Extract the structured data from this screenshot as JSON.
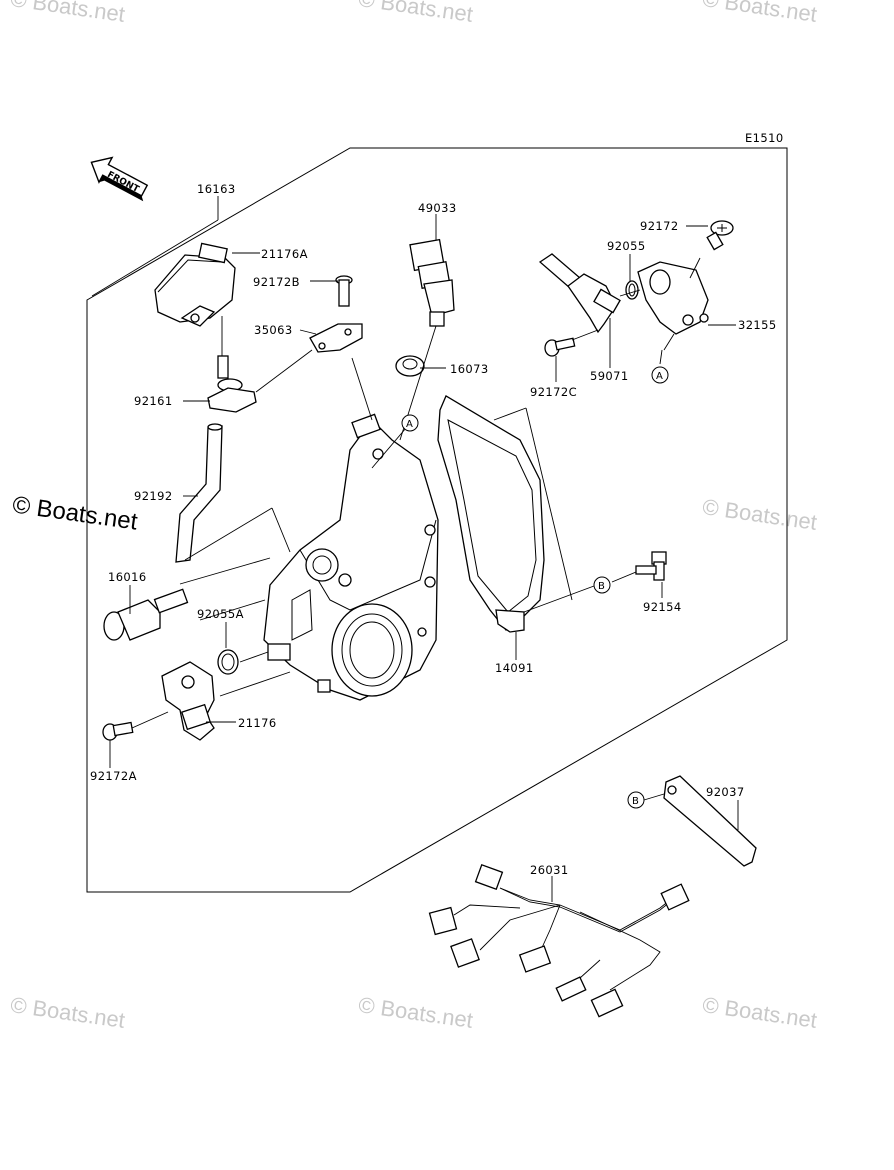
{
  "diagram": {
    "code": "E1510",
    "front_label": "FRONT",
    "watermarks": [
      {
        "text": "© Boats.net"
      },
      {
        "text": "© Boats.net"
      },
      {
        "text": "© Boats.net"
      },
      {
        "text": "© Boats.net"
      },
      {
        "text": "© Boats.net"
      },
      {
        "text": "© Boats.net"
      },
      {
        "text": "© Boats.net"
      }
    ],
    "watermark_dark": "© Boats.net",
    "labels": {
      "p16163": "16163",
      "p21176A": "21176A",
      "p92172B": "92172B",
      "p35063": "35063",
      "p92161": "92161",
      "p92192": "92192",
      "p16016": "16016",
      "p92055A": "92055A",
      "p21176": "21176",
      "p92172A": "92172A",
      "p49033": "49033",
      "p16073": "16073",
      "p92172": "92172",
      "p92055": "92055",
      "p32155": "32155",
      "p92172C": "92172C",
      "p59071": "59071",
      "p14091": "14091",
      "p92154": "92154",
      "p92037": "92037",
      "p26031": "26031"
    },
    "refs": {
      "a1": "A",
      "a2": "A",
      "b1": "B",
      "b2": "B"
    }
  }
}
